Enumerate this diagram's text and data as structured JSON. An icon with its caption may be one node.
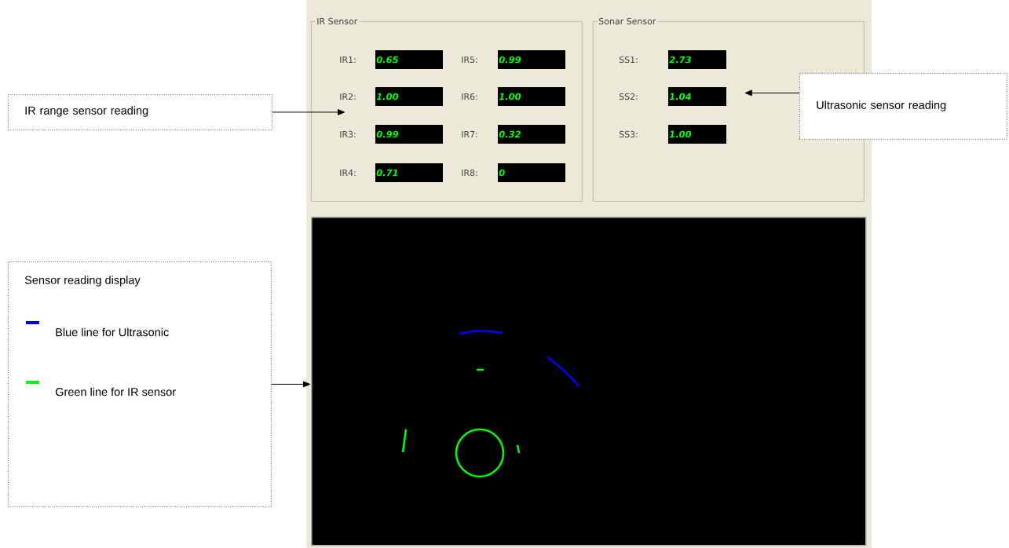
{
  "diagram": {
    "nodes": [
      {
        "text": [
          "IR Sensor"
        ]
      },
      {
        "text": [
          "Sonar Sensor"
        ]
      },
      {
        "text": [],
        "shape": "box"
      },
      {
        "text": [
          "IR range sensor reading"
        ]
      },
      {
        "text": [
          "Ultrasonic sensor reading"
        ]
      },
      {
        "text": [
          "Sensor reading display"
        ]
      }
    ],
    "edges": [
      {
        "from": 3,
        "to": 0,
        "arrow": "to"
      },
      {
        "from": 4,
        "to": 1,
        "arrow": "to"
      },
      {
        "from": 5,
        "to": 2,
        "arrow": "to"
      }
    ],
    "labels": [
      "IR1:",
      "0.65",
      "IR5:",
      "0.99",
      "IR2:",
      "1.00",
      "IR6:",
      "1.00",
      "IR3:",
      "0.99",
      "IR7:",
      "0.32",
      "IR4:",
      "0.71",
      "IR8:",
      "0",
      "SS1:",
      "2.73",
      "SS2:",
      "1.04",
      "SS3:",
      "1.00"
    ],
    "legend": [
      {
        "text": "Blue line for Ultrasonic",
        "color": "#0000ff"
      },
      {
        "text": "Green line for IR sensor",
        "color": "#00ff00"
      }
    ]
  }
}
